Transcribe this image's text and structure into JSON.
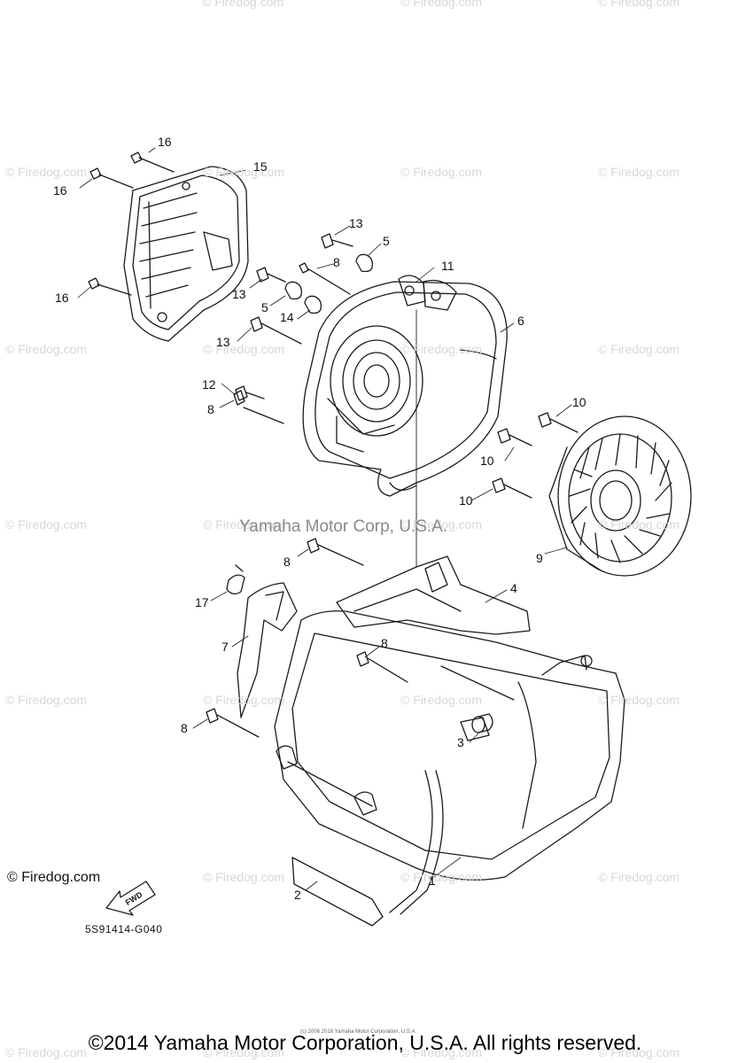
{
  "watermark": "© Firedog.com",
  "center_watermark": "Yamaha Motor Corp, U.S.A.",
  "corner_watermark": "© Firedog.com",
  "fwd_label": "FWD",
  "diagram_code": "5S91414-G040",
  "tiny_copyright": "(c) 2006 2016 Yamaha Motor Corporation, U.S.A.",
  "footer_copyright": "©2014 Yamaha Motor Corporation, U.S.A. All rights reserved.",
  "callouts": [
    "1",
    "2",
    "3",
    "4",
    "5",
    "6",
    "7",
    "8",
    "9",
    "10",
    "11",
    "12",
    "13",
    "14",
    "15",
    "16",
    "17"
  ],
  "colors": {
    "line": "#1a1a1a",
    "watermark": "#d7d7d7"
  }
}
